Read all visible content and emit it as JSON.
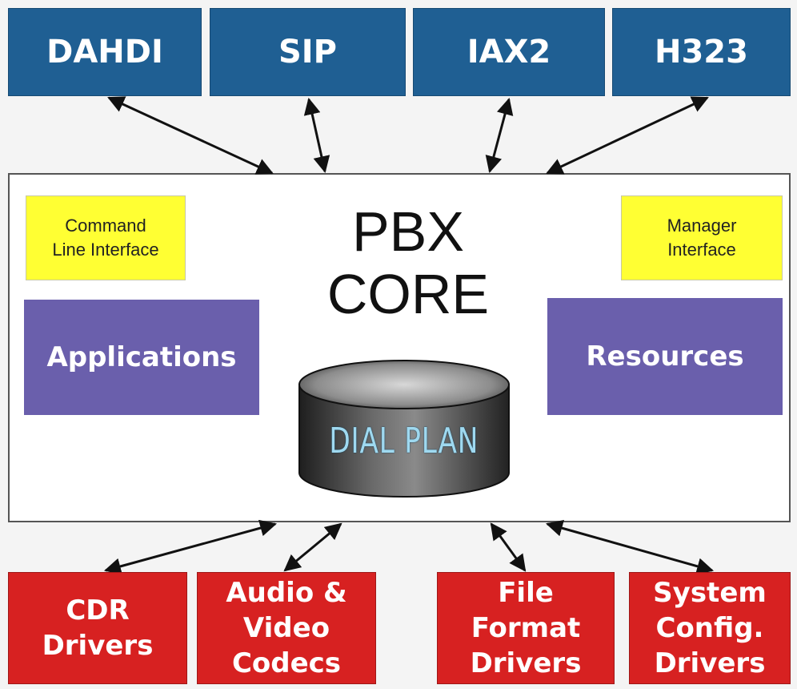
{
  "channels": [
    "DAHDI",
    "SIP",
    "IAX2",
    "H323"
  ],
  "core": {
    "title_line1": "PBX",
    "title_line2": "CORE",
    "cli_line1": "Command",
    "cli_line2": "Line Interface",
    "manager_line1": "Manager",
    "manager_line2": "Interface",
    "applications": "Applications",
    "resources": "Resources",
    "dialplan": "DIAL PLAN"
  },
  "modules": [
    {
      "line1": "CDR",
      "line2": "Drivers"
    },
    {
      "line1": "Audio &",
      "line2": "Video",
      "line3": "Codecs"
    },
    {
      "line1": "File",
      "line2": "Format",
      "line3": "Drivers"
    },
    {
      "line1": "System",
      "line2": "Config.",
      "line3": "Drivers"
    }
  ],
  "colors": {
    "channel": "#1f5f93",
    "interface": "#ffff33",
    "component": "#6a5fac",
    "module": "#d72121"
  }
}
